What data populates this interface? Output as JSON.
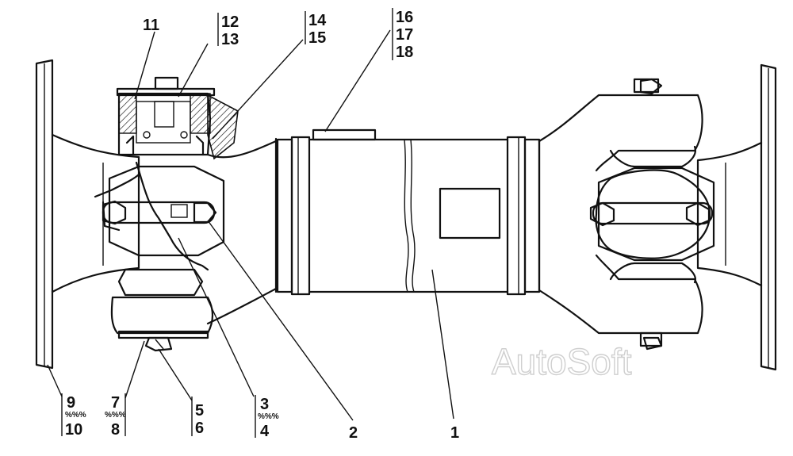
{
  "callouts": {
    "c1": "1",
    "c2": "2",
    "c3": "3",
    "c3b": "4",
    "c3sep": "%%%",
    "c5": "5",
    "c5b": "6",
    "c7": "7",
    "c7b": "8",
    "c7sep": "%%%",
    "c9": "9",
    "c9b": "10",
    "c9sep": "%%%",
    "c11": "11",
    "c12": "12",
    "c12b": "13",
    "c14": "14",
    "c14b": "15",
    "c16": "16",
    "c16b": "17",
    "c16c": "18"
  },
  "watermark": "AutoSoft"
}
